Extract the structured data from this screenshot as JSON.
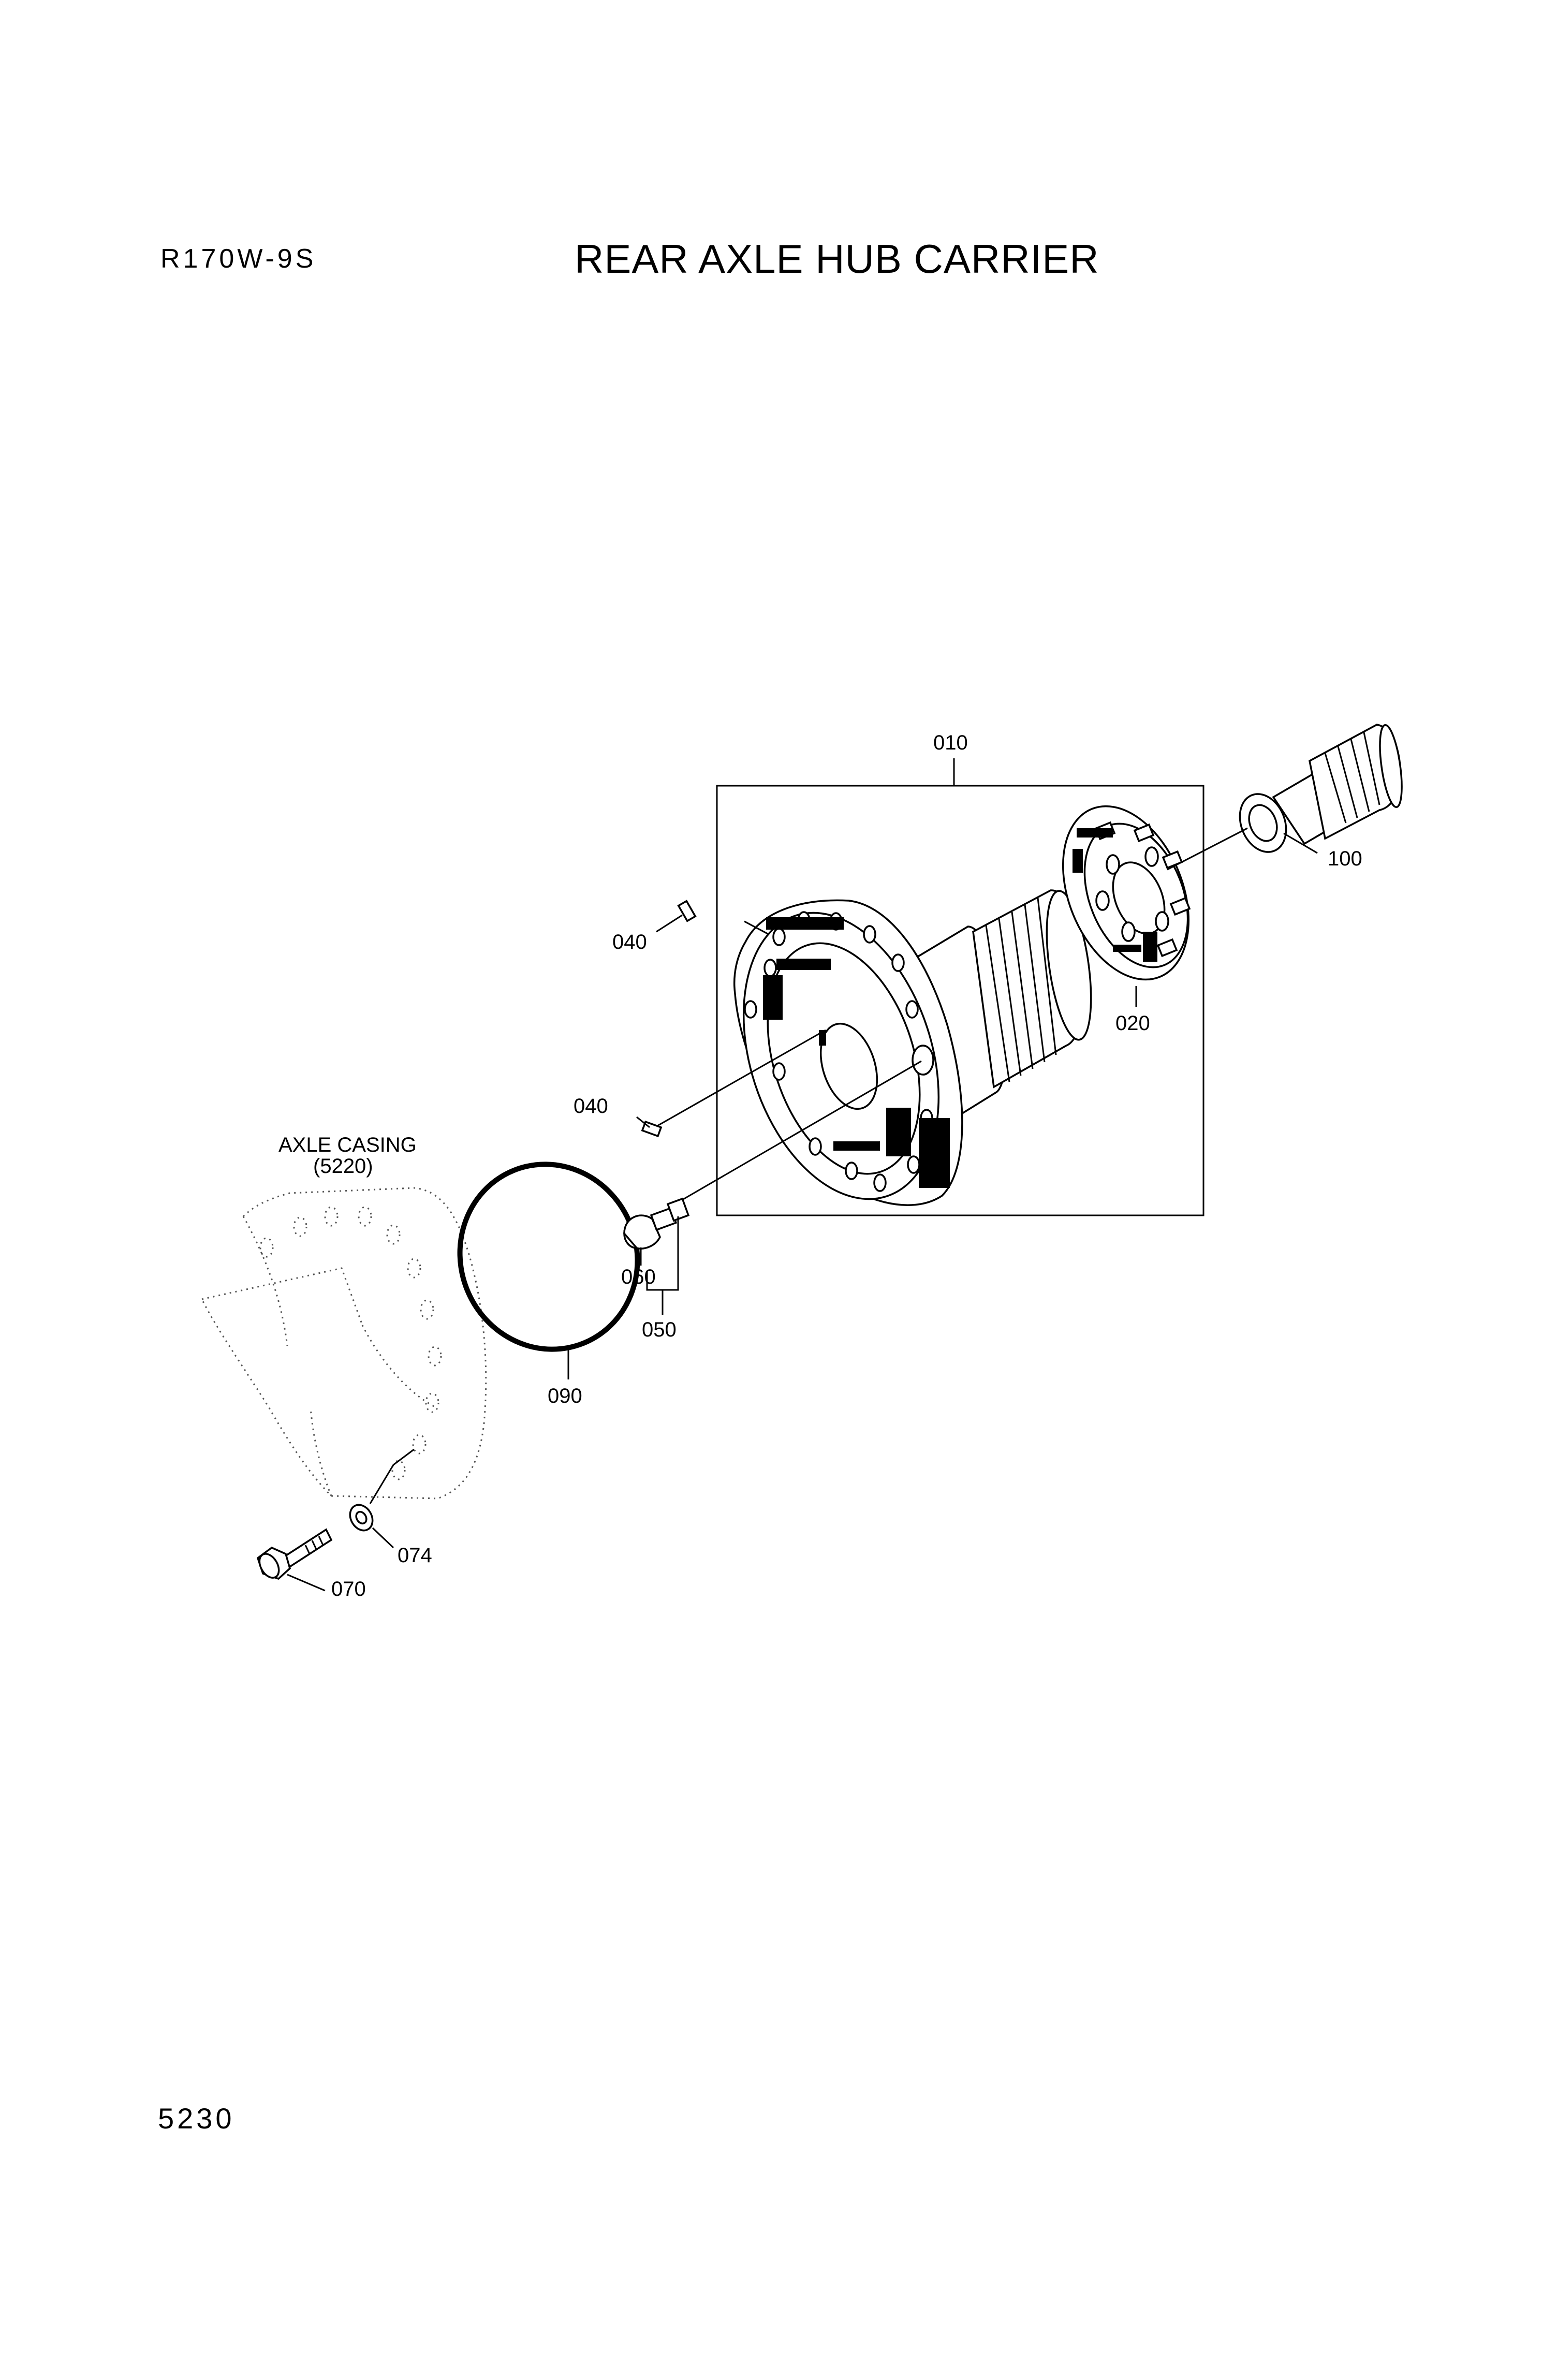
{
  "header": {
    "model_code": "R170W-9S",
    "title": "REAR AXLE HUB CARRIER"
  },
  "footer": {
    "page_number": "5230"
  },
  "callouts": {
    "p010": "010",
    "p020": "020",
    "p040a": "040",
    "p040b": "040",
    "p050": "050",
    "p060": "060",
    "p070": "070",
    "p074": "074",
    "p090": "090",
    "p100": "100"
  },
  "reference": {
    "name": "AXLE CASING",
    "code": "(5220)"
  }
}
